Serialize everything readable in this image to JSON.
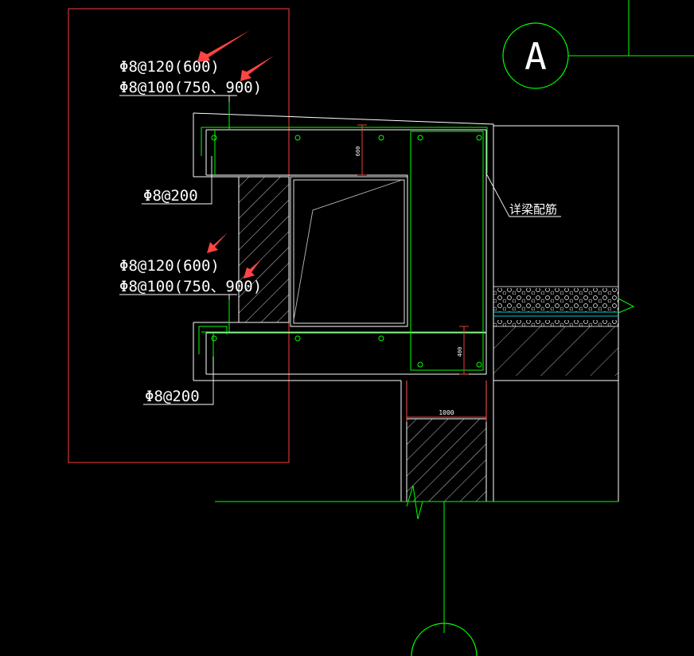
{
  "axis": {
    "label": "A"
  },
  "annotations": {
    "top_rebar_1": "Φ8@120(600)",
    "top_rebar_2": "Φ8@100(750、900)",
    "top_stirrup": "Φ8@200",
    "bottom_rebar_1": "Φ8@120(600)",
    "bottom_rebar_2": "Φ8@100(750、900)",
    "bottom_stirrup": "Φ8@200",
    "beam_note": "详梁配筋"
  },
  "dimensions": {
    "upper_height": "600",
    "lower_height": "400",
    "wall_width": "1000"
  },
  "colors": {
    "background": "#000000",
    "outline": "#ffffff",
    "rebar": "#00ff00",
    "highlight_box": "#ff3b3b",
    "dimension": "#ff4444",
    "arrow": "#ff4444",
    "insulation": "#00cccc"
  }
}
